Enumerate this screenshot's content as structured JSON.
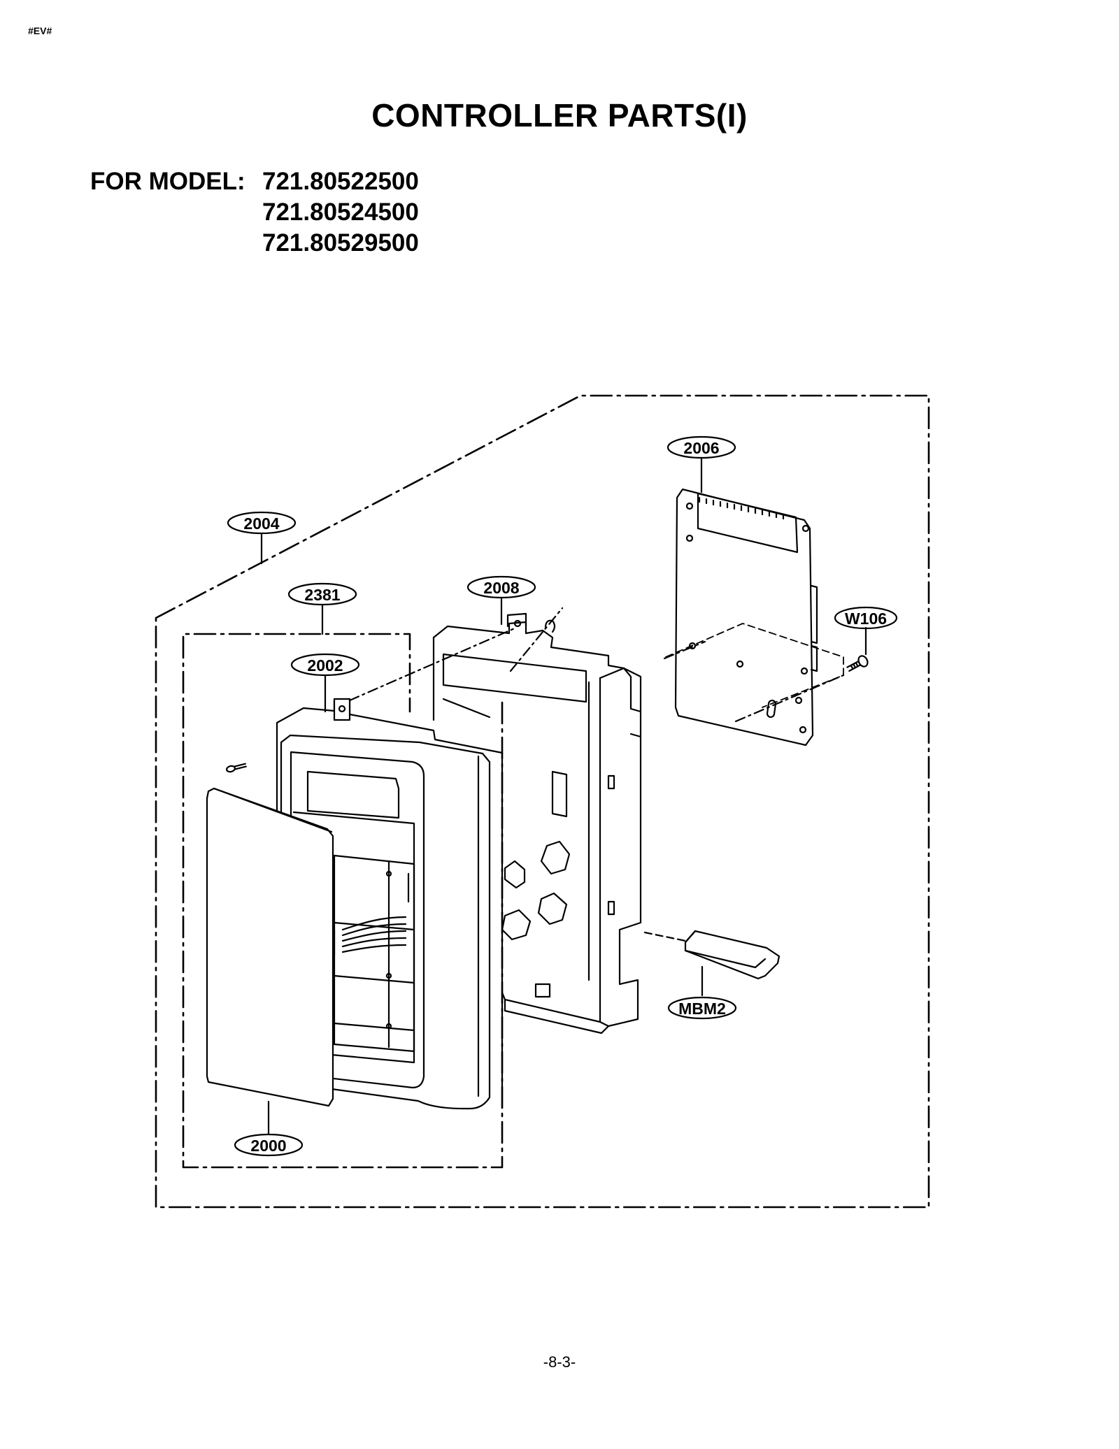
{
  "doc_code": "#EV#",
  "title": "CONTROLLER PARTS(I)",
  "models": {
    "label": "FOR MODEL:",
    "numbers": [
      "721.80522500",
      "721.80524500",
      "721.80529500"
    ]
  },
  "callouts": {
    "c2006": "2006",
    "c2004": "2004",
    "c2008": "2008",
    "c2381": "2381",
    "cW106": "W106",
    "c2002": "2002",
    "cMBM2": "MBM2",
    "c2000": "2000"
  },
  "page_number": "-8-3-"
}
